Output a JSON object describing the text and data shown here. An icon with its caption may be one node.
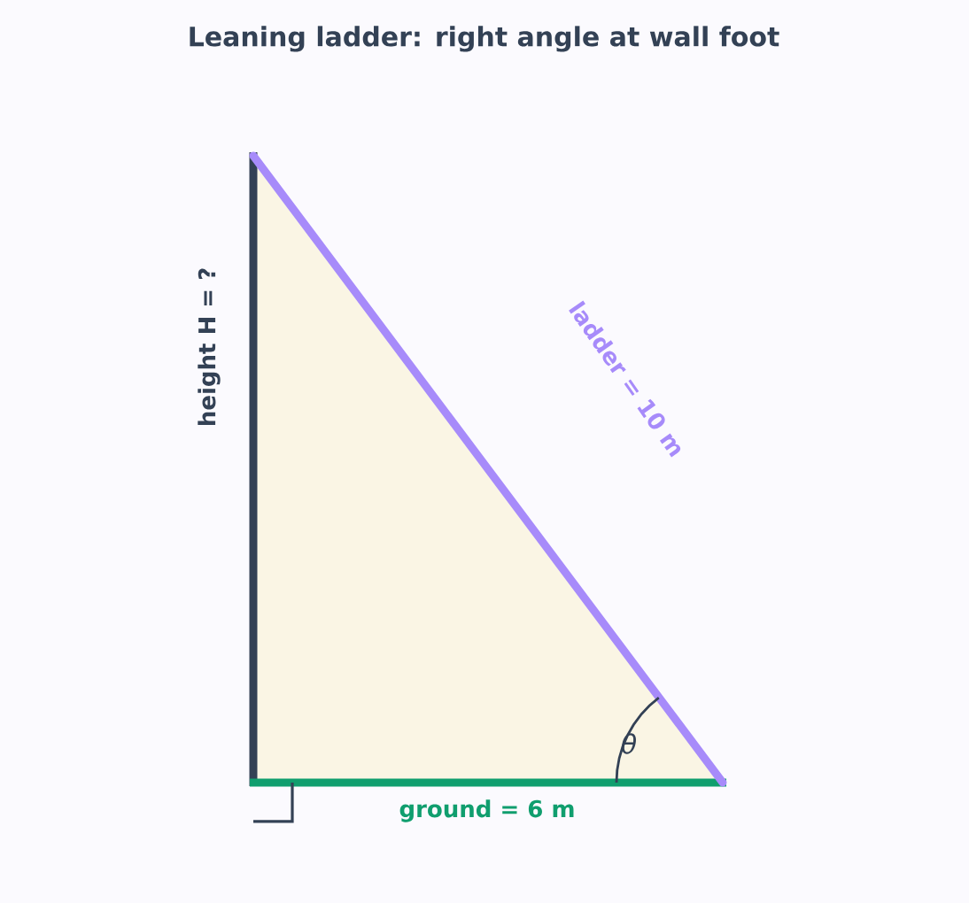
{
  "diagram": {
    "title": "Leaning ladder: right angle at wall foot",
    "labels": [
      "height H = ?",
      "ladder = 10 m",
      "ground = 6 m",
      "θ"
    ]
  }
}
